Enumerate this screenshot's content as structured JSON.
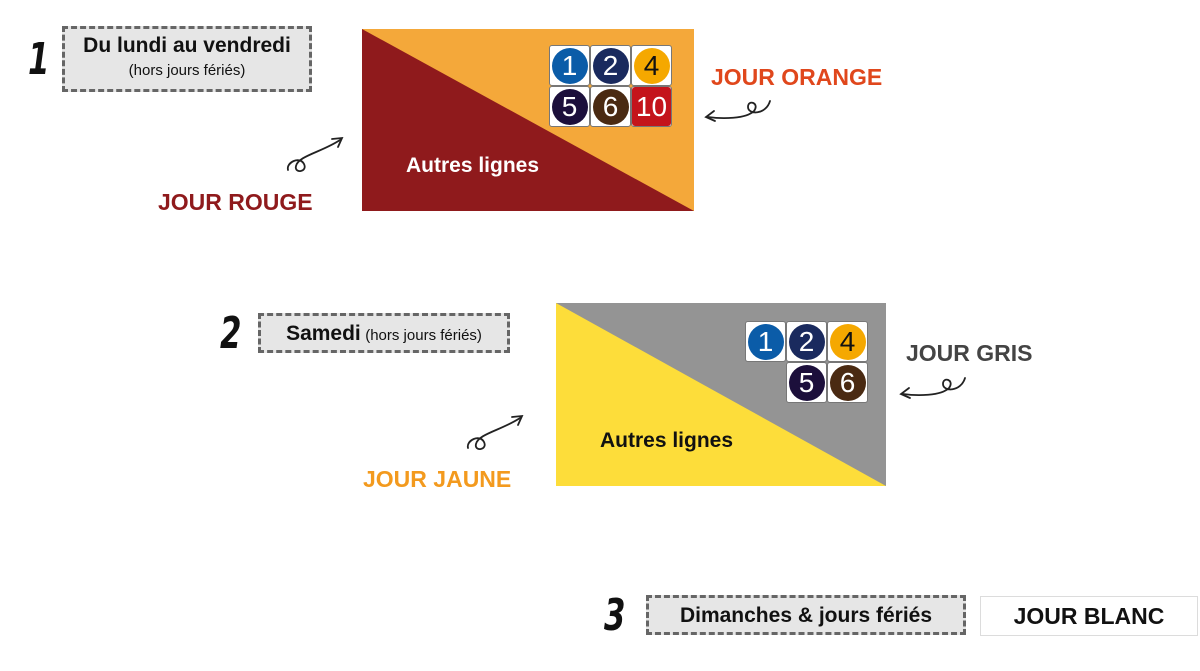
{
  "section1": {
    "number": "1",
    "title": "Du lundi au vendredi",
    "subtitle": "(hors jours fériés)",
    "label_upper": "JOUR ORANGE",
    "label_lower": "JOUR ROUGE",
    "other_lines": "Autres lignes",
    "colors": {
      "upper": "#f4a83a",
      "lower": "#8f1a1c",
      "label_upper": "#e0471c",
      "label_lower": "#8f1a1c"
    },
    "lines": [
      {
        "label": "1",
        "bg": "#0b5ca8",
        "fg": "#ffffff"
      },
      {
        "label": "2",
        "bg": "#1a2a5e",
        "fg": "#ffffff"
      },
      {
        "label": "4",
        "bg": "#f5a800",
        "fg": "#111111"
      },
      {
        "label": "5",
        "bg": "#1c0f3b",
        "fg": "#ffffff"
      },
      {
        "label": "6",
        "bg": "#4a2a12",
        "fg": "#ffffff"
      },
      {
        "label": "10",
        "bg": "#c4141b",
        "fg": "#ffffff",
        "square": true
      }
    ]
  },
  "section2": {
    "number": "2",
    "title": "Samedi",
    "subtitle": "(hors jours fériés)",
    "label_upper": "JOUR GRIS",
    "label_lower": "JOUR JAUNE",
    "other_lines": "Autres lignes",
    "colors": {
      "upper": "#949494",
      "lower": "#fddd3a",
      "label_upper": "#444444",
      "label_lower": "#f39a1e"
    },
    "lines": [
      {
        "label": "1",
        "bg": "#0b5ca8",
        "fg": "#ffffff"
      },
      {
        "label": "2",
        "bg": "#1a2a5e",
        "fg": "#ffffff"
      },
      {
        "label": "4",
        "bg": "#f5a800",
        "fg": "#111111"
      },
      {
        "label": "5",
        "bg": "#1c0f3b",
        "fg": "#ffffff"
      },
      {
        "label": "6",
        "bg": "#4a2a12",
        "fg": "#ffffff"
      }
    ]
  },
  "section3": {
    "number": "3",
    "title": "Dimanches & jours fériés",
    "label": "JOUR BLANC"
  }
}
